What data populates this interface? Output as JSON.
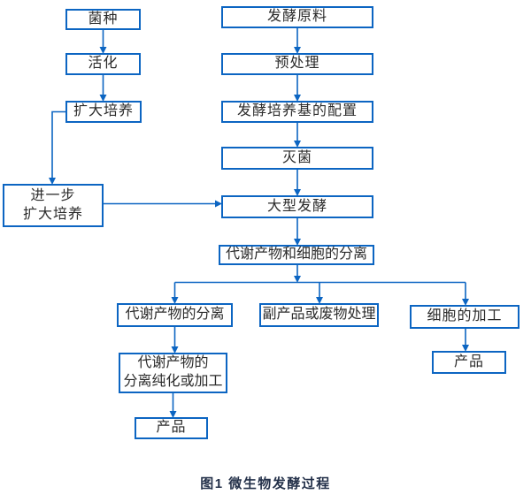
{
  "diagram": {
    "caption": "图1 微生物发酵过程",
    "colors": {
      "box_border": "#0c65c2",
      "connector_line": "#0c65c2",
      "node_text": "#2b2b2b",
      "caption_text": "#233049",
      "background": "#ffffff"
    },
    "nodes": {
      "seed_strain": "菌种",
      "activation": "活化",
      "expanded_culture": "扩大培养",
      "further_expanded_culture": "进一步\n扩大培养",
      "raw_material": "发酵原料",
      "pretreatment": "预处理",
      "medium_preparation": "发酵培养基的配置",
      "sterilization": "灭菌",
      "large_scale_fermentation": "大型发酵",
      "metabolite_cell_separation": "代谢产物和细胞的分离",
      "metabolite_separation": "代谢产物的分离",
      "byproduct_waste_treatment": "副产品或废物处理",
      "cell_processing": "细胞的加工",
      "purification_processing": "代谢产物的\n分离纯化或加工",
      "product_left": "产品",
      "product_right": "产品"
    }
  }
}
